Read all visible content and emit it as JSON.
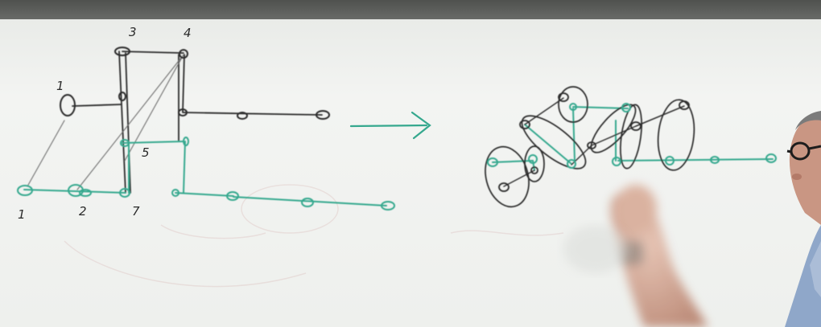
{
  "scene": {
    "description_labels": {
      "top_node_left": "3",
      "top_node_right": "4",
      "left_node": "1",
      "bottom_left": "1",
      "bottom_middle": "2",
      "bottom_right": "7",
      "middle_small": "5"
    }
  },
  "colors": {
    "board": "#f4f5f3",
    "marker_black": "#2b2b2b",
    "marker_green": "#35a88e",
    "frame_top": "#5d5f5c",
    "skin": "#c89a86"
  }
}
